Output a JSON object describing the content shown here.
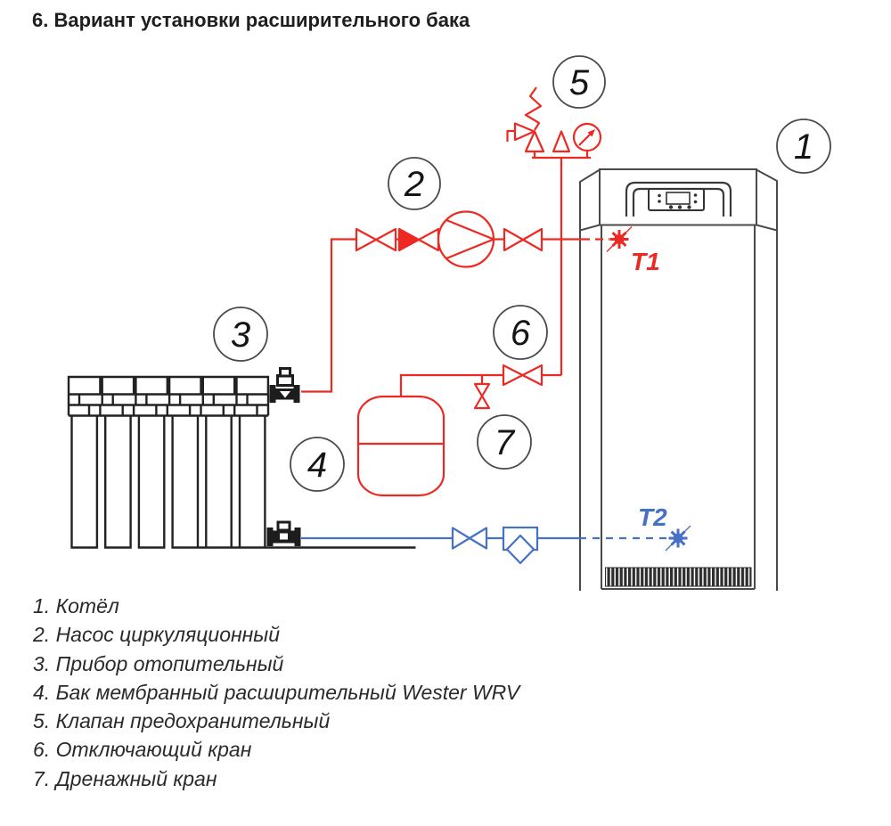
{
  "title": "6. Вариант установки расширительного бака",
  "colors": {
    "supply_line": "#ec2a23",
    "return_line": "#4671c5",
    "component_dark": "#1d1d1d",
    "boiler_outline": "#4a4a4a"
  },
  "diagram": {
    "callouts": [
      {
        "number": "1",
        "target": "boiler"
      },
      {
        "number": "2",
        "target": "circulation-pump"
      },
      {
        "number": "3",
        "target": "radiator"
      },
      {
        "number": "4",
        "target": "expansion-tank"
      },
      {
        "number": "5",
        "target": "safety-valve-group"
      },
      {
        "number": "6",
        "target": "shutoff-valve"
      },
      {
        "number": "7",
        "target": "drain-valve"
      }
    ],
    "sensors": {
      "supply": "T1",
      "return": "T2"
    }
  },
  "legend": {
    "items": [
      "1. Котёл",
      "2. Насос циркуляционный",
      "3. Прибор отопительный",
      "4. Бак мембранный расширительный Wester WRV",
      "5. Клапан предохранительный",
      "6. Отключающий кран",
      "7. Дренажный кран"
    ]
  }
}
